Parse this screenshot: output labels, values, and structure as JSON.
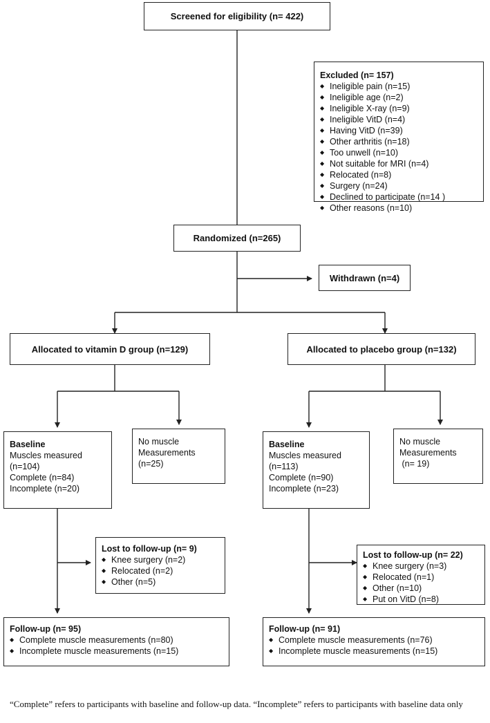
{
  "screened": {
    "label": "Screened for eligibility (n= 422)"
  },
  "excluded": {
    "title": "Excluded (n= 157)",
    "items": [
      "Ineligible pain (n=15)",
      "Ineligible age (n=2)",
      "Ineligible X-ray (n=9)",
      "Ineligible VitD (n=4)",
      "Having VitD (n=39)",
      "Other arthritis (n=18)",
      "Too unwell (n=10)",
      "Not suitable for MRI (n=4)",
      "Relocated (n=8)",
      "Surgery (n=24)",
      "Declined to participate (n=14  )",
      "Other reasons (n=10)"
    ]
  },
  "randomized": {
    "label": "Randomized (n=265)"
  },
  "withdrawn": {
    "label": "Withdrawn (n=4)"
  },
  "vitd": {
    "allocated": "Allocated to vitamin D group (n=129)",
    "baseline": {
      "title": "Baseline",
      "lines": [
        "Muscles measured",
        "(n=104)",
        "Complete (n=84)",
        "Incomplete (n=20)"
      ]
    },
    "no_muscle": {
      "lines": [
        "No muscle",
        "Measurements",
        "(n=25)"
      ]
    },
    "lost": {
      "title": "Lost to follow-up (n= 9)",
      "items": [
        "Knee surgery (n=2)",
        "Relocated (n=2)",
        "Other (n=5)"
      ]
    },
    "followup": {
      "title": "Follow-up (n= 95)",
      "items": [
        "Complete muscle measurements (n=80)",
        "Incomplete muscle measurements (n=15)"
      ]
    }
  },
  "placebo": {
    "allocated": "Allocated to placebo group (n=132)",
    "baseline": {
      "title": "Baseline",
      "lines": [
        "Muscles measured",
        "(n=113)",
        "Complete (n=90)",
        "Incomplete (n=23)"
      ]
    },
    "no_muscle": {
      "lines": [
        "No muscle",
        "Measurements",
        " (n= 19)"
      ]
    },
    "lost": {
      "title": "Lost to follow-up (n= 22)",
      "items": [
        "Knee surgery (n=3)",
        "Relocated (n=1)",
        "Other (n=10)",
        "Put on VitD (n=8)"
      ]
    },
    "followup": {
      "title": "Follow-up (n= 91)",
      "items": [
        "Complete muscle measurements (n=76)",
        "Incomplete muscle measurements (n=15)"
      ]
    }
  },
  "footnote": "“Complete” refers to participants with baseline and follow-up data. “Incomplete” refers to participants with baseline data only"
}
